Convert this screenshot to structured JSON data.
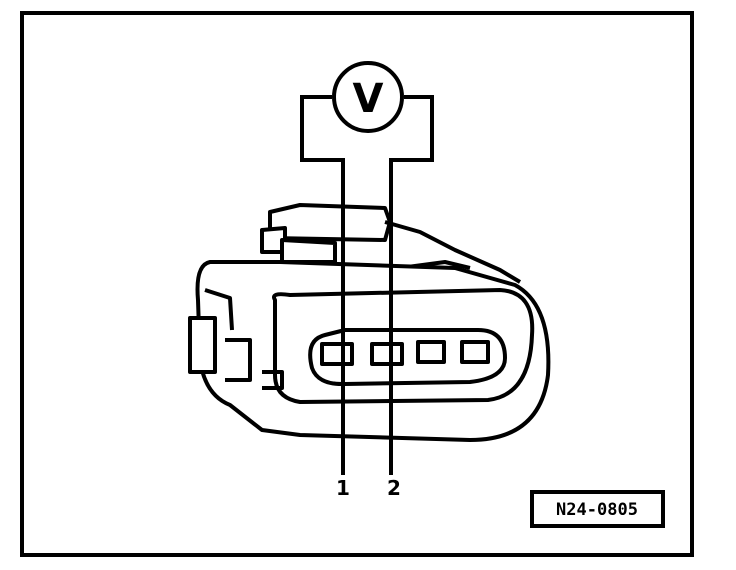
{
  "meter": {
    "symbol": "V"
  },
  "pins": [
    {
      "label": "1"
    },
    {
      "label": "2"
    }
  ],
  "figure_code": "N24-0805",
  "colors": {
    "ink": "#000000",
    "paper": "#ffffff"
  }
}
